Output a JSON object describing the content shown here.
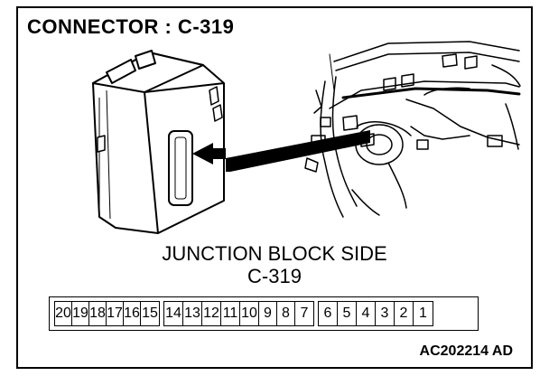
{
  "title": "CONNECTOR : C-319",
  "caption_line1": "JUNCTION BLOCK SIDE",
  "caption_line2": "C-319",
  "figure_code": "AC202214 AD",
  "connector_groups": [
    [
      "20",
      "19",
      "18",
      "17",
      "16",
      "15"
    ],
    [
      "14",
      "13",
      "12",
      "11",
      "10",
      "9",
      "8",
      "7"
    ],
    [
      "6",
      "5",
      "4",
      "3",
      "2",
      "1"
    ]
  ],
  "icons": [
    "junction-block-icon",
    "arrow-icon",
    "dashboard-wiring-icon"
  ]
}
